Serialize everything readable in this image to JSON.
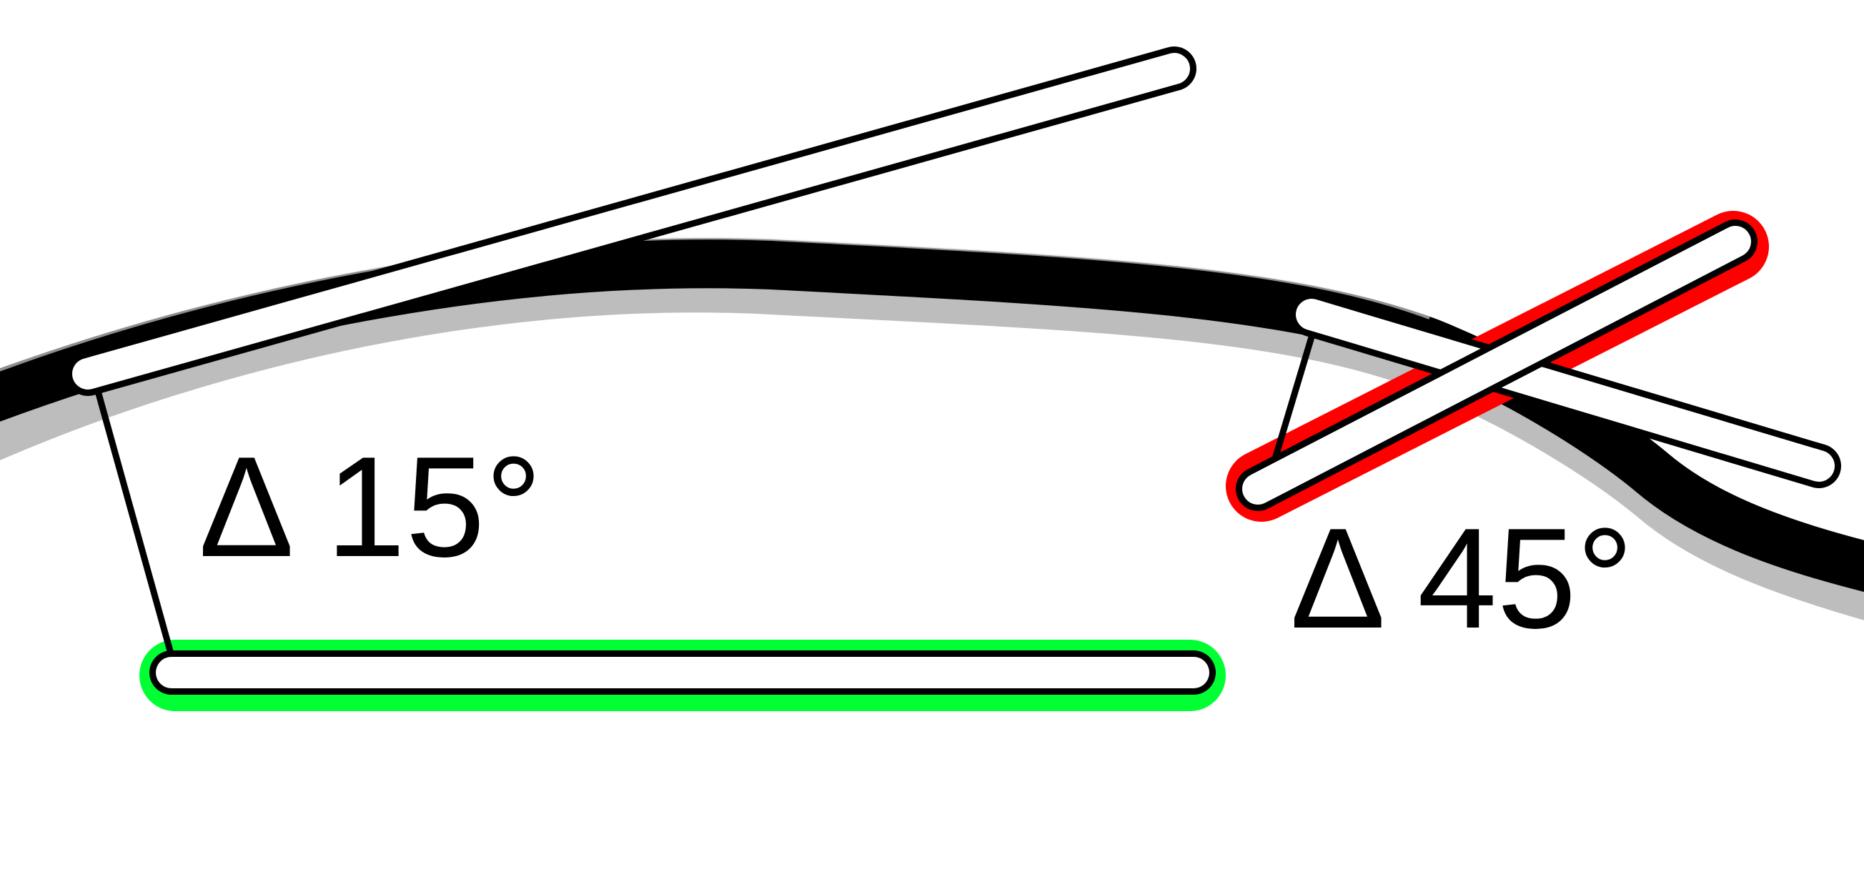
{
  "diagram": {
    "labels": {
      "left_angle": "Δ 15°",
      "right_angle": "Δ 45°"
    },
    "colors": {
      "background": "#ffffff",
      "curve": "#000000",
      "curve_shadow": "#bdbdbd",
      "bar_fill": "#ffffff",
      "bar_outline": "#000000",
      "highlight_good": "#00ff33",
      "highlight_bad": "#ff0000"
    },
    "highlights": {
      "horizontal_bar": "good",
      "crossed_bar": "bad"
    }
  }
}
